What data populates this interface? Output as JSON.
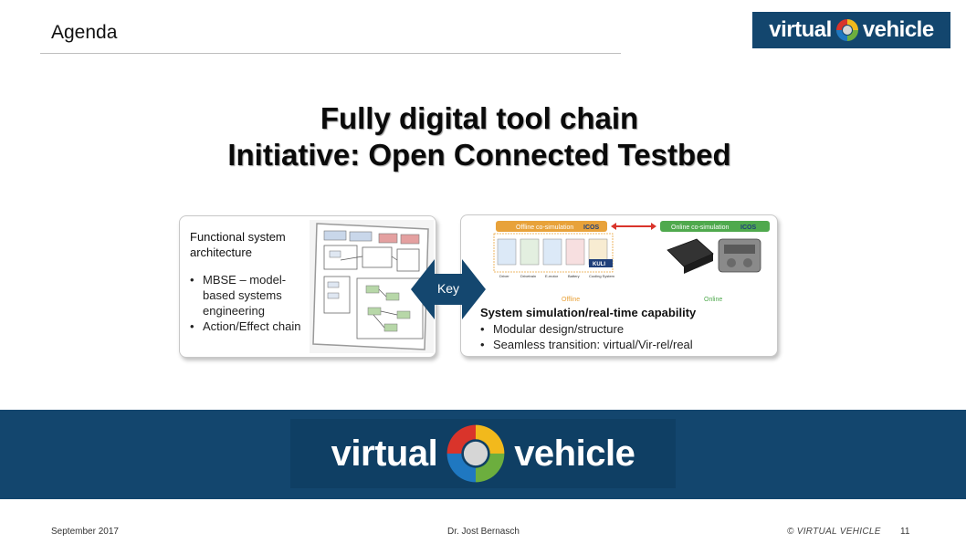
{
  "header": {
    "section": "Agenda",
    "logo": {
      "word_left": "virtual",
      "word_right": "vehicle"
    }
  },
  "title": {
    "line1": "Fully digital tool chain",
    "line2": "Initiative: Open Connected Testbed"
  },
  "left_panel": {
    "heading": "Functional system architecture",
    "bullets": [
      "MBSE – model-based systems engineering",
      "Action/Effect chain"
    ]
  },
  "key_label": "Key",
  "right_panel": {
    "heading": "System simulation/real-time capability",
    "bullets": [
      "Modular design/structure",
      "Seamless transition: virtual/Vir-rel/real"
    ],
    "diagram": {
      "offline_title": "Offline co-simulation",
      "online_title": "Online co-simulation",
      "offline_label": "Offline",
      "online_label": "Online",
      "icos": "ICOS",
      "kuli": "KULI",
      "tiles": [
        "Driver",
        "Drivetrain",
        "E-motor",
        "Battery",
        "Cooling System"
      ]
    }
  },
  "banner": {
    "word_left": "virtual",
    "word_right": "vehicle"
  },
  "footer": {
    "date": "September 2017",
    "author": "Dr. Jost Bernasch",
    "copyright": "© VIRTUAL VEHICLE",
    "page": "11"
  },
  "colors": {
    "brand_blue": "#13466e",
    "logo_red": "#d9342b",
    "logo_yellow": "#f2b91c",
    "logo_green": "#6cae3e",
    "logo_blue": "#1f78c1",
    "offline_orange": "#e8a23a",
    "online_green": "#4fa94d"
  }
}
